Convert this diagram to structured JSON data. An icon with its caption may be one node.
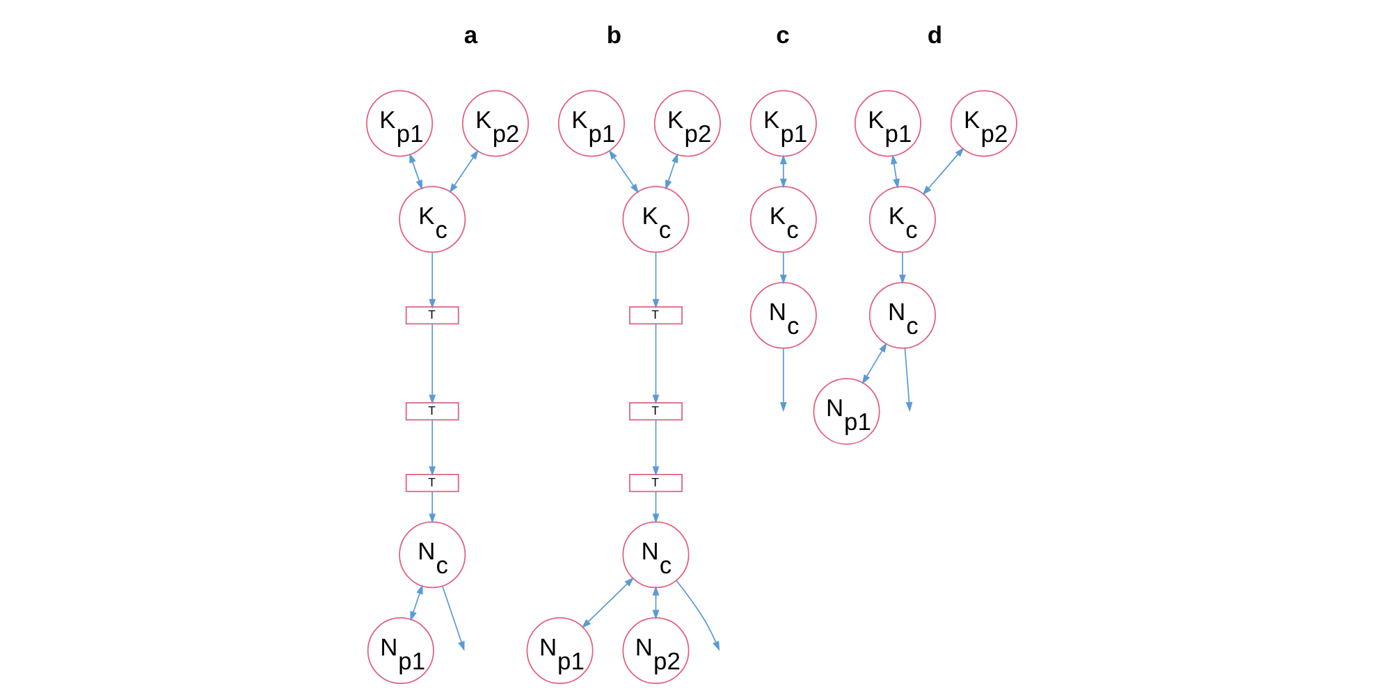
{
  "diagram": {
    "nodes": [
      {
        "text": [
          "K$_{p1}$"
        ]
      },
      {
        "text": [
          "K$_{p2}$"
        ]
      },
      {
        "text": [
          "K$_{c}$"
        ]
      },
      {
        "text": [
          "T"
        ]
      },
      {
        "text": [
          "T"
        ]
      },
      {
        "text": [
          "T"
        ]
      },
      {
        "text": [
          "N$_{c}$"
        ]
      },
      {
        "text": [
          "N$_{p1}$"
        ]
      },
      {
        "text": [
          "K$_{p1}$"
        ]
      },
      {
        "text": [
          "K$_{p2}$"
        ]
      },
      {
        "text": [
          "K$_{c}$"
        ]
      },
      {
        "text": [
          "T"
        ]
      },
      {
        "text": [
          "T"
        ]
      },
      {
        "text": [
          "T"
        ]
      },
      {
        "text": [
          "N$_{c}$"
        ]
      },
      {
        "text": [
          "N$_{p1}$"
        ]
      },
      {
        "text": [
          "N$_{p2}$"
        ]
      },
      {
        "text": [
          "K$_{p1}$"
        ]
      },
      {
        "text": [
          "K$_{c}$"
        ]
      },
      {
        "text": [
          "N$_{c}$"
        ]
      },
      {
        "text": [
          "K$_{p1}$"
        ]
      },
      {
        "text": [
          "K$_{p2}$"
        ]
      },
      {
        "text": [
          "K$_{c}$"
        ]
      },
      {
        "text": [
          "N$_{c}$"
        ]
      },
      {
        "text": [
          "N$_{p1}$"
        ]
      }
    ],
    "edges": [
      {
        "from": 0,
        "to": 2,
        "arrow": "both"
      },
      {
        "from": 1,
        "to": 2,
        "arrow": "both"
      },
      {
        "from": 2,
        "to": 3,
        "arrow": "to"
      },
      {
        "from": 3,
        "to": 4,
        "arrow": "to"
      },
      {
        "from": 4,
        "to": 5,
        "arrow": "to"
      },
      {
        "from": 5,
        "to": 6,
        "arrow": "to"
      },
      {
        "from": 6,
        "to": 7,
        "arrow": "both"
      },
      {
        "from": 6,
        "to": null,
        "arrow": "to"
      },
      {
        "from": 8,
        "to": 10,
        "arrow": "both"
      },
      {
        "from": 9,
        "to": 10,
        "arrow": "both"
      },
      {
        "from": 10,
        "to": 11,
        "arrow": "to"
      },
      {
        "from": 11,
        "to": 12,
        "arrow": "to"
      },
      {
        "from": 12,
        "to": 13,
        "arrow": "to"
      },
      {
        "from": 13,
        "to": 14,
        "arrow": "to"
      },
      {
        "from": 14,
        "to": 15,
        "arrow": "both"
      },
      {
        "from": 14,
        "to": null,
        "arrow": "to"
      },
      {
        "from": 14,
        "to": 16,
        "arrow": "both"
      },
      {
        "from": 17,
        "to": 18,
        "arrow": "both"
      },
      {
        "from": 18,
        "to": 19,
        "arrow": "to"
      },
      {
        "from": 19,
        "to": null,
        "arrow": "to"
      },
      {
        "from": 20,
        "to": 22,
        "arrow": "both"
      },
      {
        "from": 21,
        "to": 22,
        "arrow": "both"
      },
      {
        "from": 22,
        "to": 23,
        "arrow": "to"
      },
      {
        "from": 23,
        "to": 24,
        "arrow": "both"
      },
      {
        "from": 23,
        "to": null,
        "arrow": "to"
      }
    ],
    "labels": [
      "a",
      "b",
      "c",
      "d"
    ]
  }
}
